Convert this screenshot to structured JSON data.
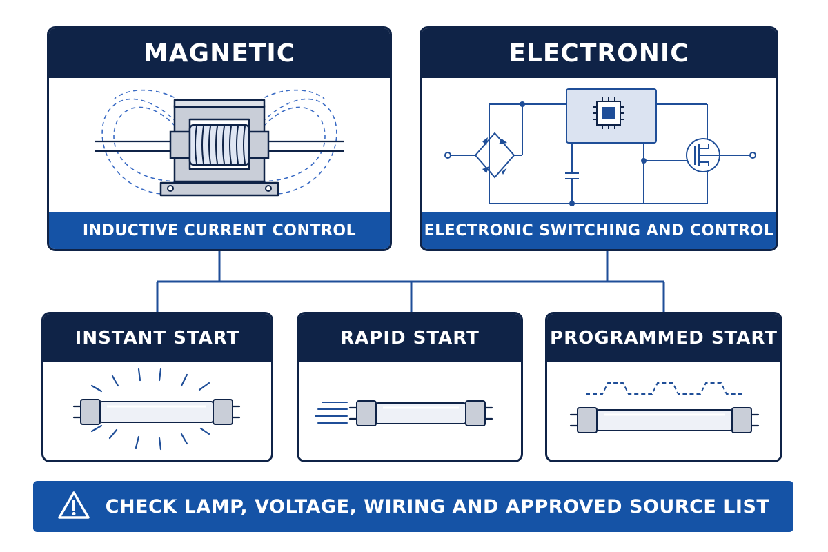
{
  "colors": {
    "navy": "#0f2347",
    "brand_blue": "#1553a6",
    "line_blue": "#1f4e98",
    "dash_blue": "#3a6bc4",
    "metal_gray": "#c9ced8",
    "tube_fill": "#eef1f7"
  },
  "top_cards": [
    {
      "title": "MAGNETIC",
      "caption": "INDUCTIVE CURRENT CONTROL",
      "icon": "magnetic-ballast-coil-icon"
    },
    {
      "title": "ELECTRONIC",
      "caption": "ELECTRONIC SWITCHING AND CONTROL",
      "icon": "electronic-ballast-circuit-icon"
    }
  ],
  "start_methods": [
    {
      "title": "INSTANT START",
      "icon": "flashing-lamp-icon"
    },
    {
      "title": "RAPID START",
      "icon": "moving-lamp-icon"
    },
    {
      "title": "PROGRAMMED START",
      "icon": "pulsed-lamp-icon"
    }
  ],
  "warning": {
    "text": "CHECK LAMP, VOLTAGE, WIRING AND APPROVED SOURCE LIST",
    "icon": "warning-triangle-icon"
  }
}
